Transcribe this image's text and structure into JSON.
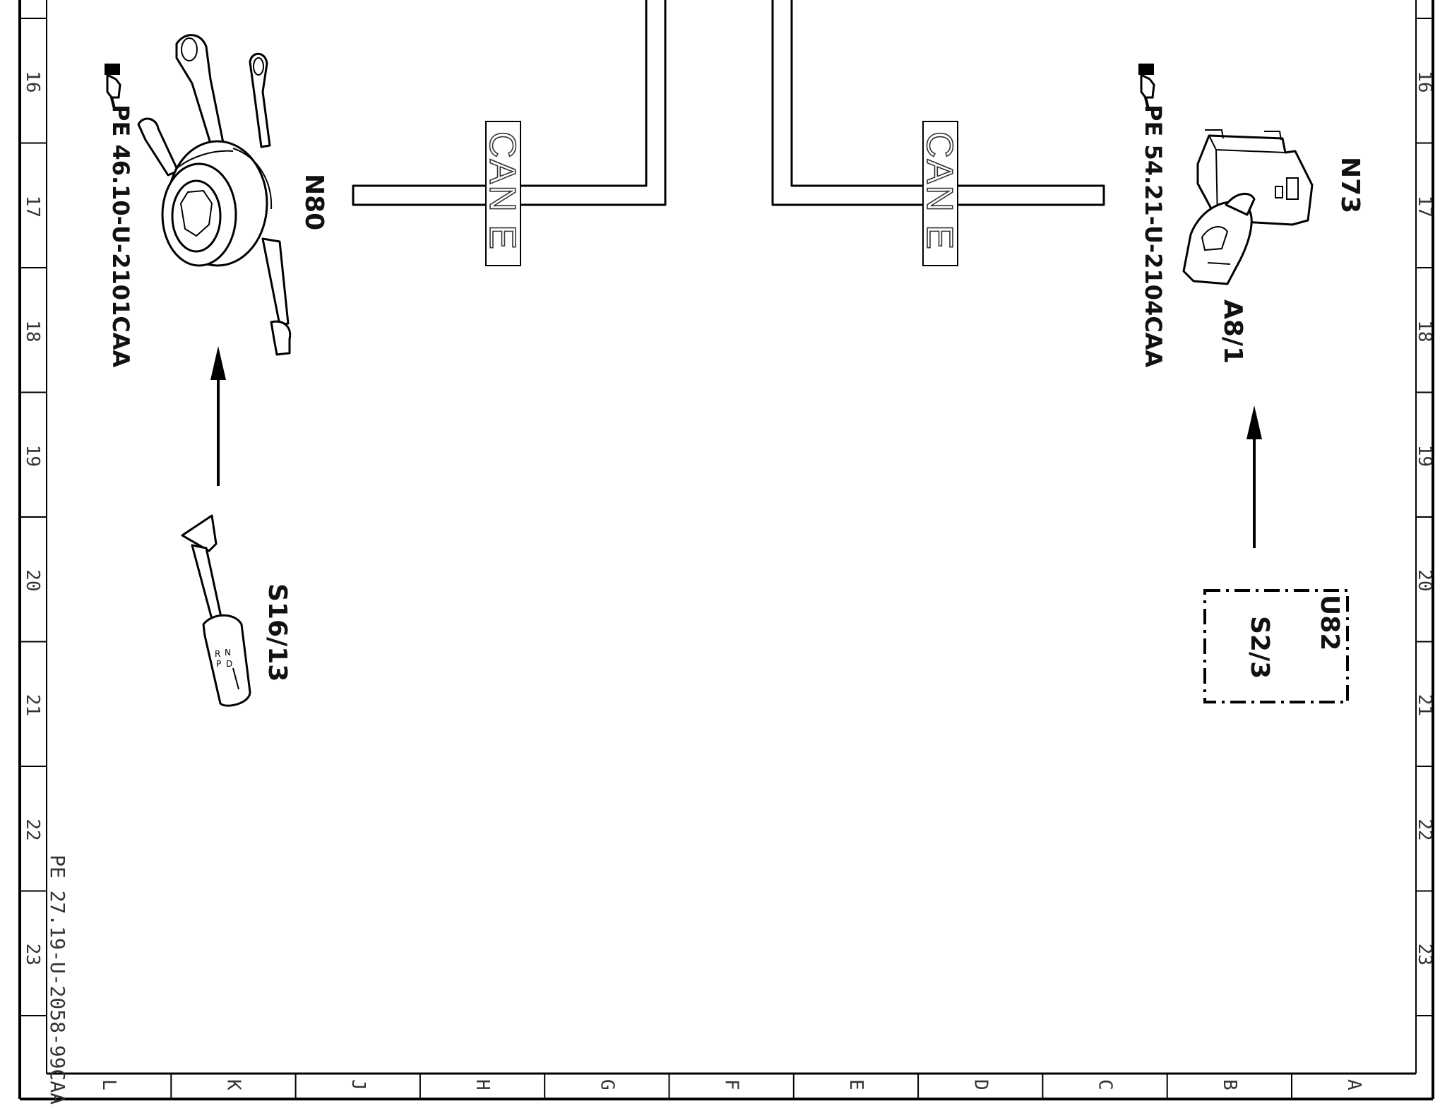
{
  "grid": {
    "rows": [
      "16",
      "17",
      "18",
      "19",
      "20",
      "21",
      "22",
      "23"
    ],
    "columns": [
      "L",
      "K",
      "J",
      "H",
      "G",
      "F",
      "E",
      "D",
      "C",
      "B",
      "A"
    ]
  },
  "bus_labels": {
    "left": "CAN E",
    "right": "CAN E"
  },
  "components": {
    "n80": {
      "label": "N80",
      "reference_icon": "pointing-hand-icon",
      "reference": "PE 46.10-U-2101CAA"
    },
    "s16_13": {
      "label": "S16/13",
      "gear_letters": [
        "R",
        "N",
        "P",
        "D"
      ]
    },
    "n73": {
      "label": "N73",
      "reference_icon": "pointing-hand-icon",
      "reference": "PE 54.21-U-2104CAA"
    },
    "a8_1": {
      "label": "A8/1"
    },
    "u82": {
      "label": "U82"
    },
    "s2_3": {
      "label": "S2/3"
    }
  },
  "drawing_id": "PE 27.19-U-2058-99CAA",
  "colors": {
    "line": "#000000",
    "background": "#ffffff",
    "label_outline": "#333333"
  }
}
